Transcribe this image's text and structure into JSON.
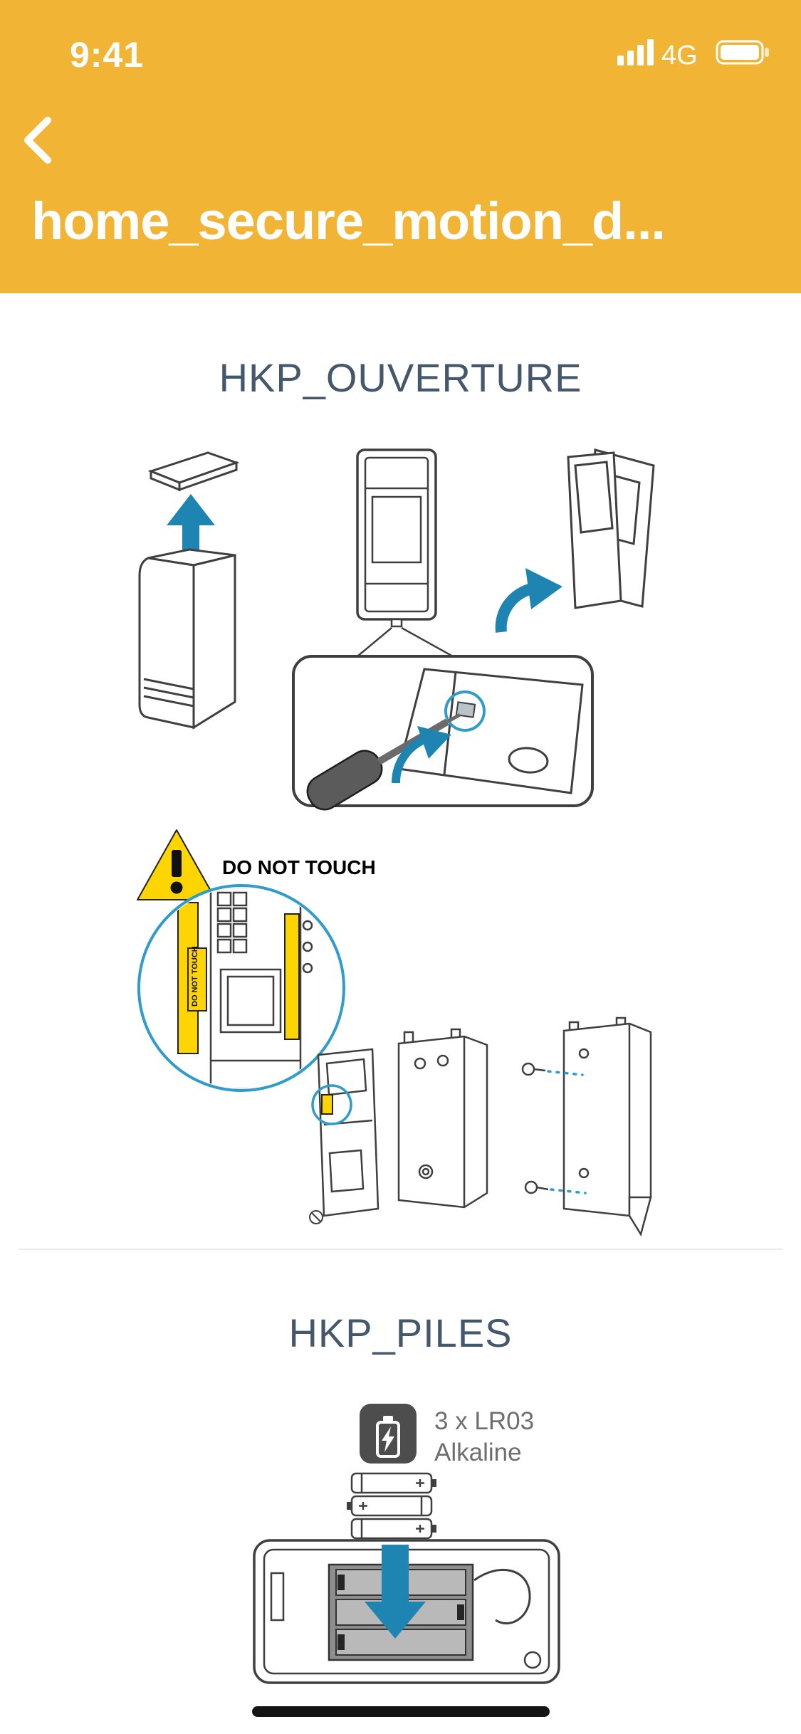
{
  "status_bar": {
    "time": "9:41",
    "network": "4G",
    "icons": [
      "cellular-signal-icon",
      "battery-full-icon"
    ]
  },
  "header": {
    "back_icon": "chevron-left-icon",
    "title": "home_secure_motion_d..."
  },
  "document": {
    "sections": [
      {
        "id": "ouverture",
        "heading": "HKP_OUVERTURE",
        "warning_label": "DO NOT TOUCH"
      },
      {
        "id": "piles",
        "heading": "HKP_PILES",
        "battery_spec": {
          "quantity": "3 x LR03",
          "type": "Alkaline"
        },
        "battery_icon": "battery-bolt-icon"
      }
    ]
  },
  "colors": {
    "header_yellow": "#F1B434",
    "heading_blue": "#44576B",
    "arrow_blue": "#1E85B2",
    "highlight_blue": "#2F9CCB",
    "warning_yellow": "#FFD500"
  }
}
